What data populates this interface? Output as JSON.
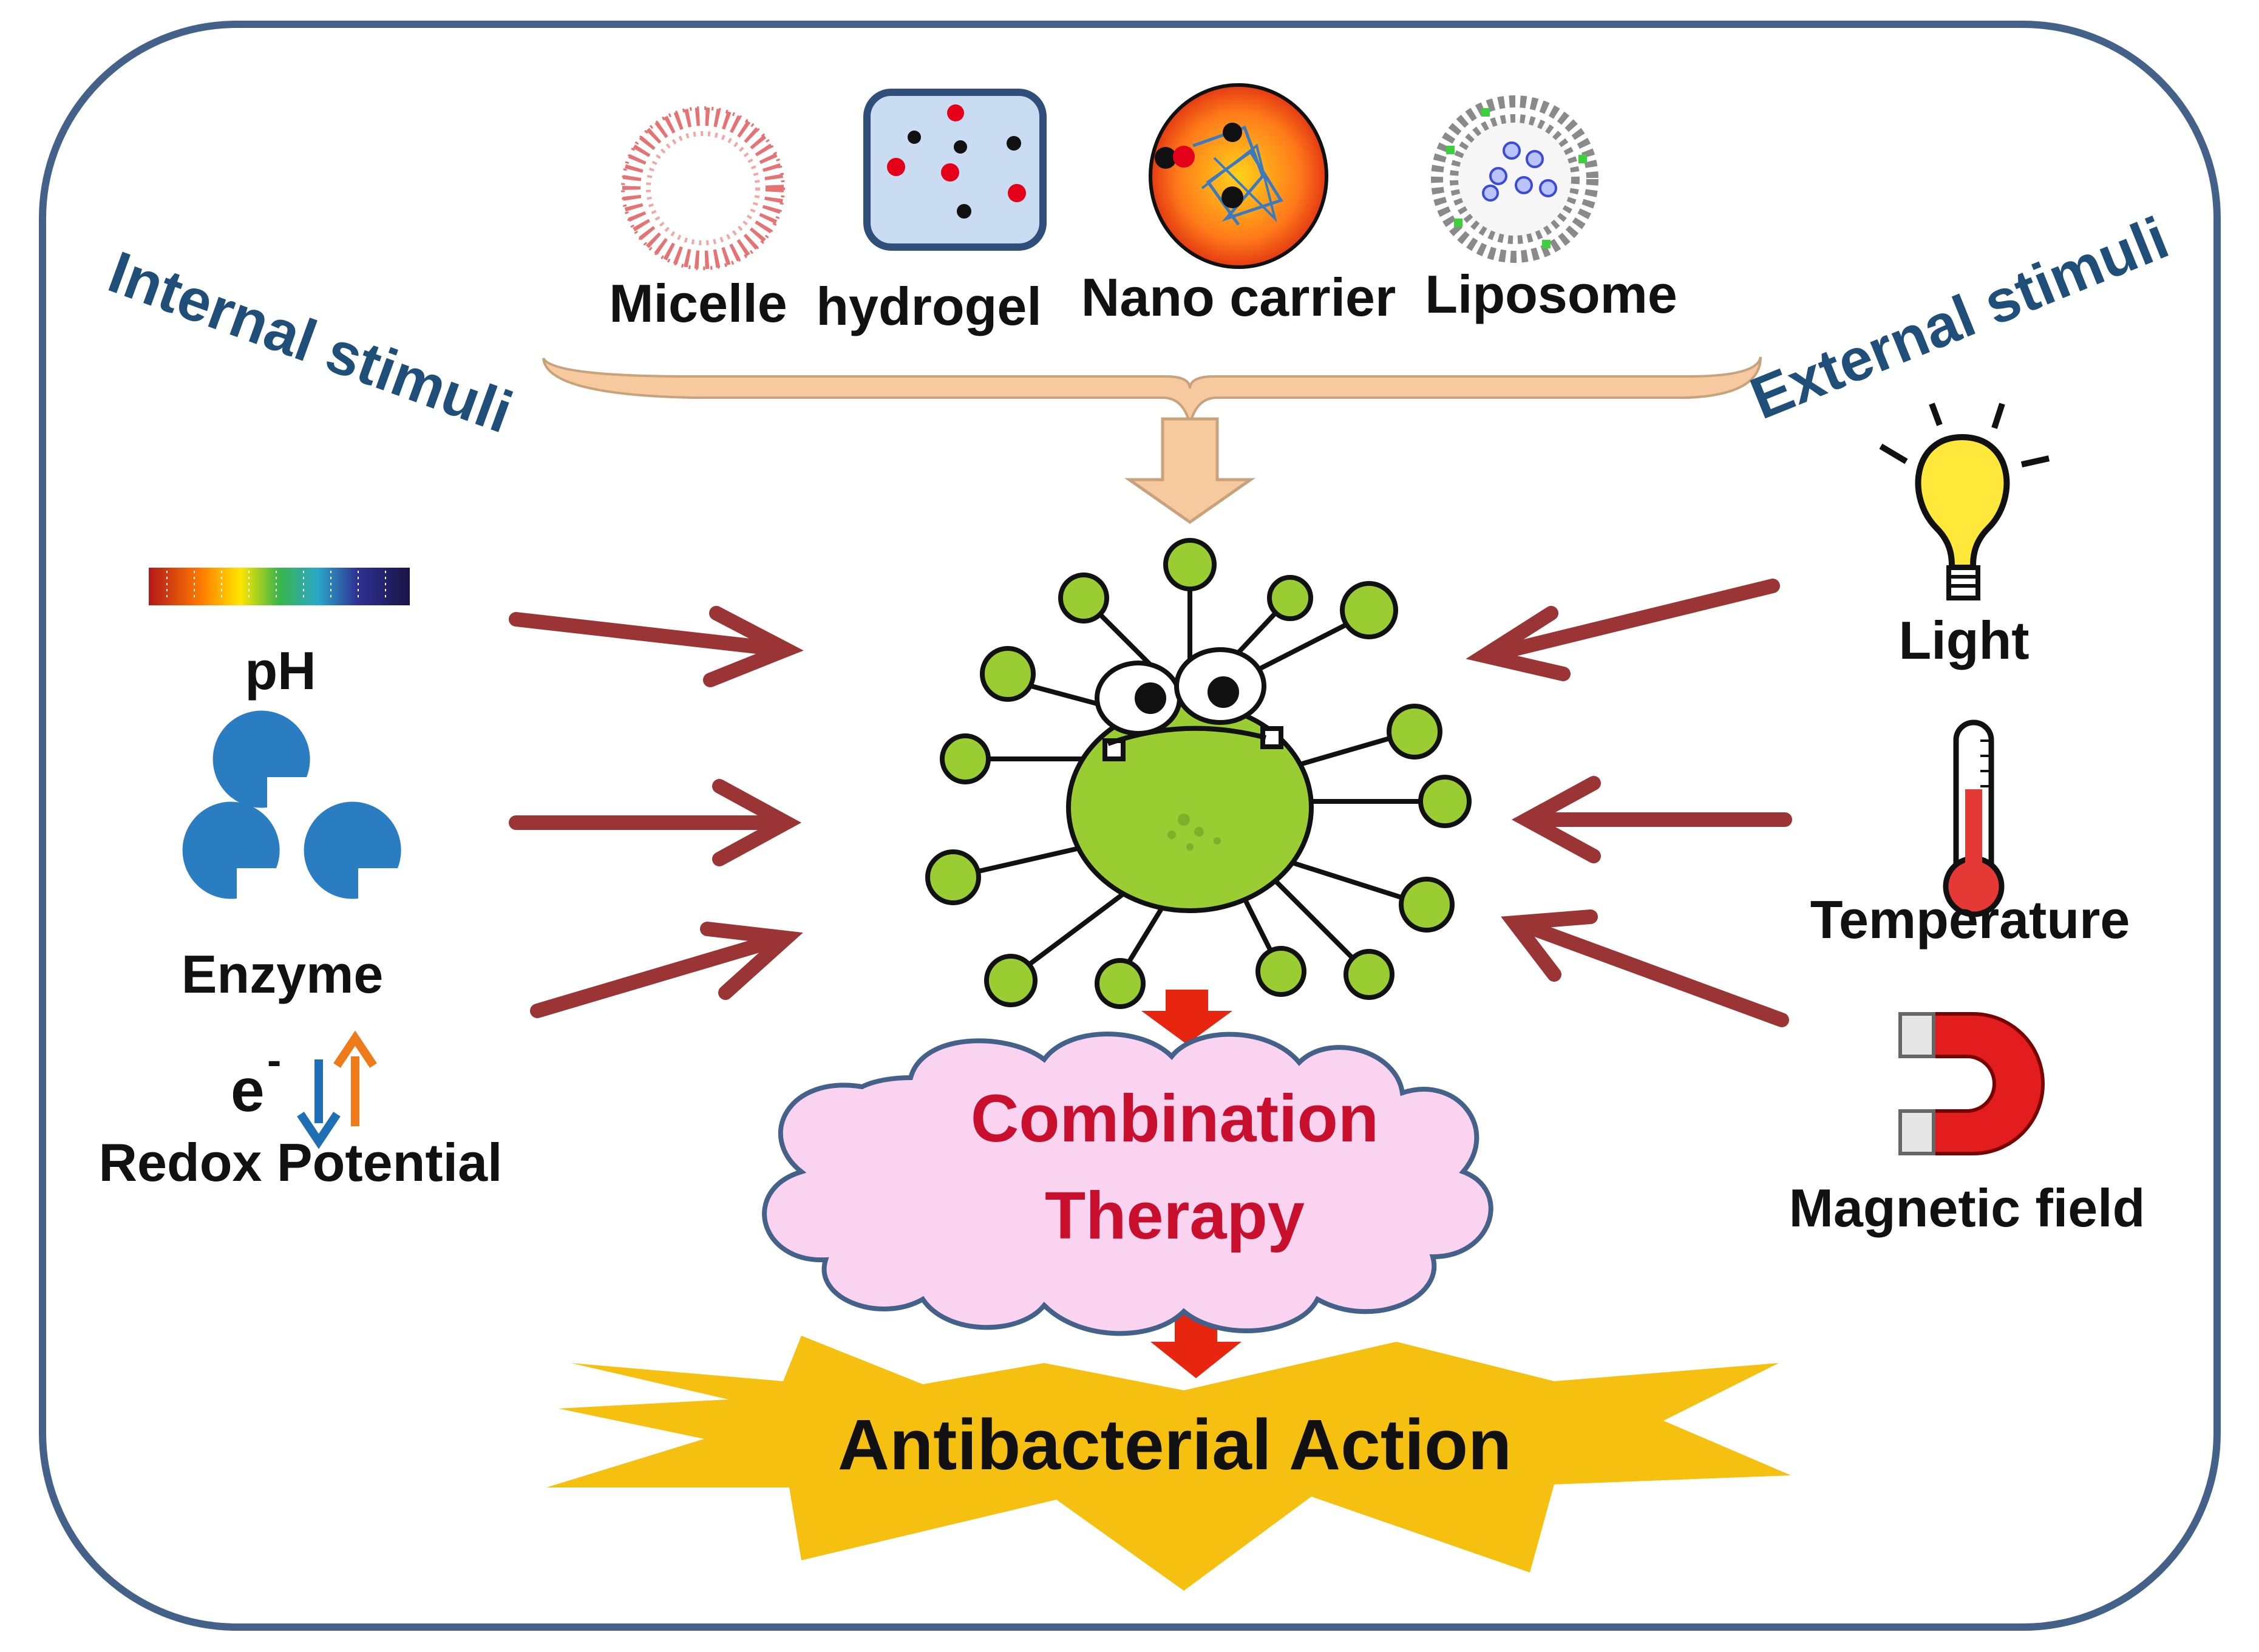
{
  "carriers": [
    {
      "id": "micelle",
      "label": "Micelle",
      "icon": "micelle-icon"
    },
    {
      "id": "hydrogel",
      "label": "hydrogel",
      "icon": "hydrogel-icon"
    },
    {
      "id": "nanocarrier",
      "label": "Nano carrier",
      "icon": "nanocarrier-icon"
    },
    {
      "id": "liposome",
      "label": "Liposome",
      "icon": "liposome-icon"
    }
  ],
  "internal": {
    "title": "Internal stimuli",
    "items": [
      {
        "id": "ph",
        "label": "pH",
        "icon": "ph-strip-icon"
      },
      {
        "id": "enzyme",
        "label": "Enzyme",
        "icon": "enzyme-icon"
      },
      {
        "id": "redox",
        "label": "Redox Potential",
        "symbol": "e",
        "superscript": "-",
        "icon": "redox-arrows-icon"
      }
    ]
  },
  "external": {
    "title": "External stimuli",
    "items": [
      {
        "id": "light",
        "label": "Light",
        "icon": "lightbulb-icon"
      },
      {
        "id": "temperature",
        "label": "Temperature",
        "icon": "thermometer-icon"
      },
      {
        "id": "magnetic",
        "label": "Magnetic field",
        "icon": "magnet-icon"
      }
    ]
  },
  "center": {
    "therapy_line1": "Combination",
    "therapy_line2": "Therapy",
    "action": "Antibacterial Action"
  },
  "colors": {
    "frame": "#44618a",
    "stimuli_title": "#1f4e79",
    "stimulus_arrow": "#9b3434",
    "therapy_text": "#c8102e",
    "cloud_fill": "#f9d3f0",
    "star_fill": "#f6c010",
    "bacterium": "#9acd32",
    "down_arrow": "#e8250f",
    "bracket_fill": "#f6c99e"
  }
}
